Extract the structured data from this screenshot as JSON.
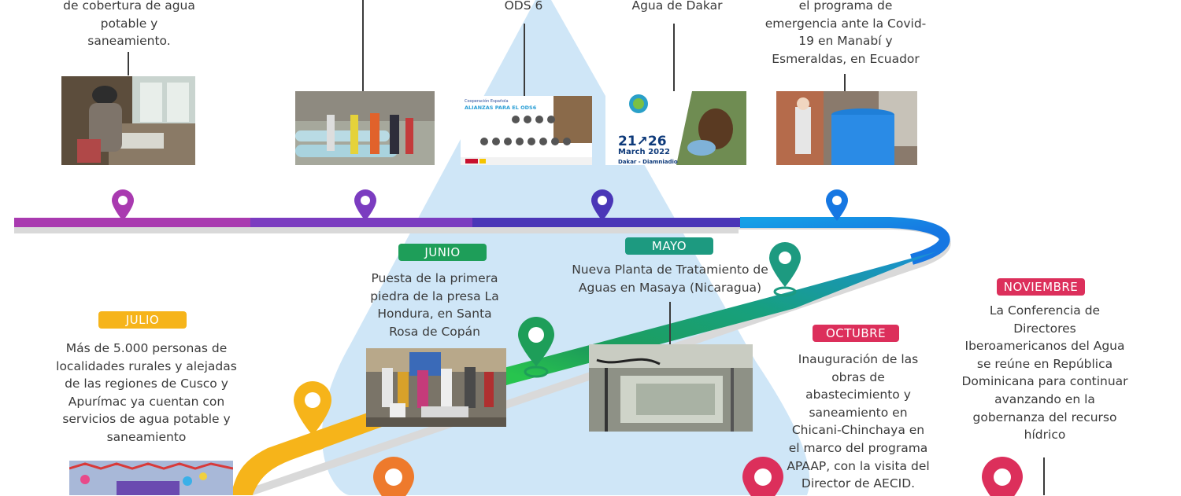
{
  "colors": {
    "drop": "#cfe6f7",
    "julio": "#f6b41a",
    "junio": "#1e9e59",
    "mayo": "#1d9a80",
    "octubre": "#dc2f5b",
    "noviembre": "#dc2f5b",
    "line_purple": "#a93ab0",
    "line_violet": "#7b3cc0",
    "line_indigo": "#4a36b7",
    "line_blue": "#1677e2",
    "line_cyan": "#15a0e6",
    "line_teal": "#17a07d",
    "line_green": "#27c44e",
    "line_yellow": "#f6b41a"
  },
  "top_texts": {
    "t1": [
      "de cobertura de agua",
      "potable y",
      "saneamiento."
    ],
    "t2": [
      "ODS 6"
    ],
    "t3": [
      "Agua de Dakar"
    ],
    "t4": [
      "el programa de",
      "emergencia ante la Covid-",
      "19 en Manabí y",
      "Esmeraldas, en Ecuador"
    ]
  },
  "dakar_card": {
    "dates": "21↗26",
    "month": "March 2022",
    "place": "Dakar - Diamniadio"
  },
  "aecid_card": {
    "kicker": "Cooperación Española",
    "headline": "ALIANZAS PARA EL ODS6"
  },
  "milestones": {
    "julio": {
      "label": "JULIO",
      "text": [
        "Más de 5.000 personas de",
        "localidades rurales y alejadas",
        "de las regiones de Cusco y",
        "Apurímac ya cuentan con",
        "servicios de agua potable y",
        "saneamiento"
      ]
    },
    "junio": {
      "label": "JUNIO",
      "text": [
        "Puesta de la primera",
        "piedra de la presa La",
        "Hondura, en Santa",
        "Rosa de Copán"
      ]
    },
    "mayo": {
      "label": "MAYO",
      "text": [
        "Nueva Planta de Tratamiento de",
        "Aguas en Masaya (Nicaragua)"
      ]
    },
    "octubre": {
      "label": "OCTUBRE",
      "text": [
        "Inauguración de las",
        "obras de",
        "abastecimiento y",
        "saneamiento en",
        "Chicani-Chinchaya en",
        "el marco del programa",
        "APAAP, con la visita del",
        "Director de AECID."
      ]
    },
    "noviembre": {
      "label": "NOVIEMBRE",
      "text": [
        "La Conferencia de",
        "Directores",
        "Iberoamericanos del Agua",
        "se reúne en República",
        "Dominicana para continuar",
        "avanzando en la",
        "gobernanza del recurso",
        "hídrico"
      ]
    }
  }
}
